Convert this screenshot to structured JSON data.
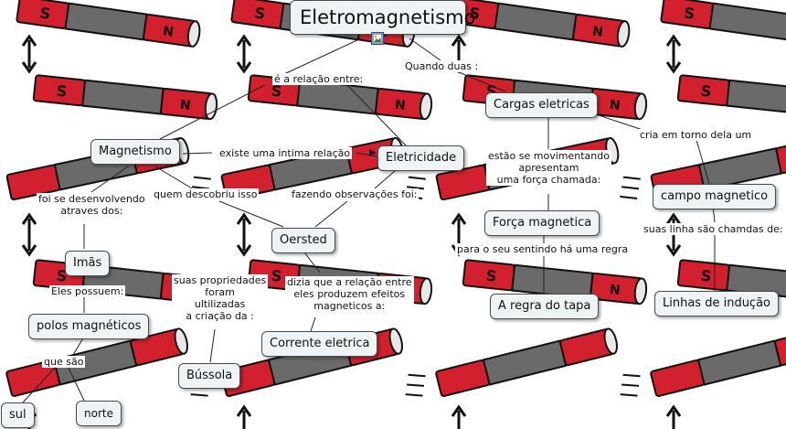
{
  "map": {
    "title": "Eletromagnetismo",
    "concepts": {
      "magnetismo": "Magnetismo",
      "eletricidade": "Eletricidade",
      "cargas": "Cargas eletricas",
      "campo": "campo magnetico",
      "imas": "Imãs",
      "oersted": "Oersted",
      "forca": "Força magnetica",
      "polos": "polos magnéticos",
      "linhas": "Linhas de indução",
      "corrente": "Corrente eletrica",
      "tapa": "A regra do tapa",
      "bussola": "Bússola",
      "sul": "sul",
      "norte": "norte"
    },
    "links": {
      "relacao": "é a relação entre:",
      "quando": "Quando duas :",
      "intima": "existe uma intima relação",
      "cria": "cria em torno dela um",
      "movimentando": [
        "estão se movimentando",
        "apresentam",
        "uma força chamada:"
      ],
      "desenvolvendo": [
        "foi se desenvolvendo",
        "atraves dos:"
      ],
      "descobriu": "quem descobriu isso",
      "observacoes": "fazendo observações foi:",
      "linhas_chamadas": "suas linha são chamdas de:",
      "sentido": "para o seu sentindo há uma regra",
      "propriedades": [
        "suas propriedades",
        "foram",
        "ultilizadas",
        "a criação da :"
      ],
      "dizia": [
        "dizia que a relação entre",
        "eles produzem efeitos",
        "magneticos a:"
      ],
      "possuem": "Eles possuem:",
      "quesao": "que são"
    },
    "magnet_labels": {
      "south": "S",
      "north": "N"
    },
    "colors": {
      "magnet_red": "#d3202e",
      "magnet_gray": "#6a6a6a",
      "concept_bg": "#eef3f6",
      "border": "#4a4a4a"
    }
  }
}
